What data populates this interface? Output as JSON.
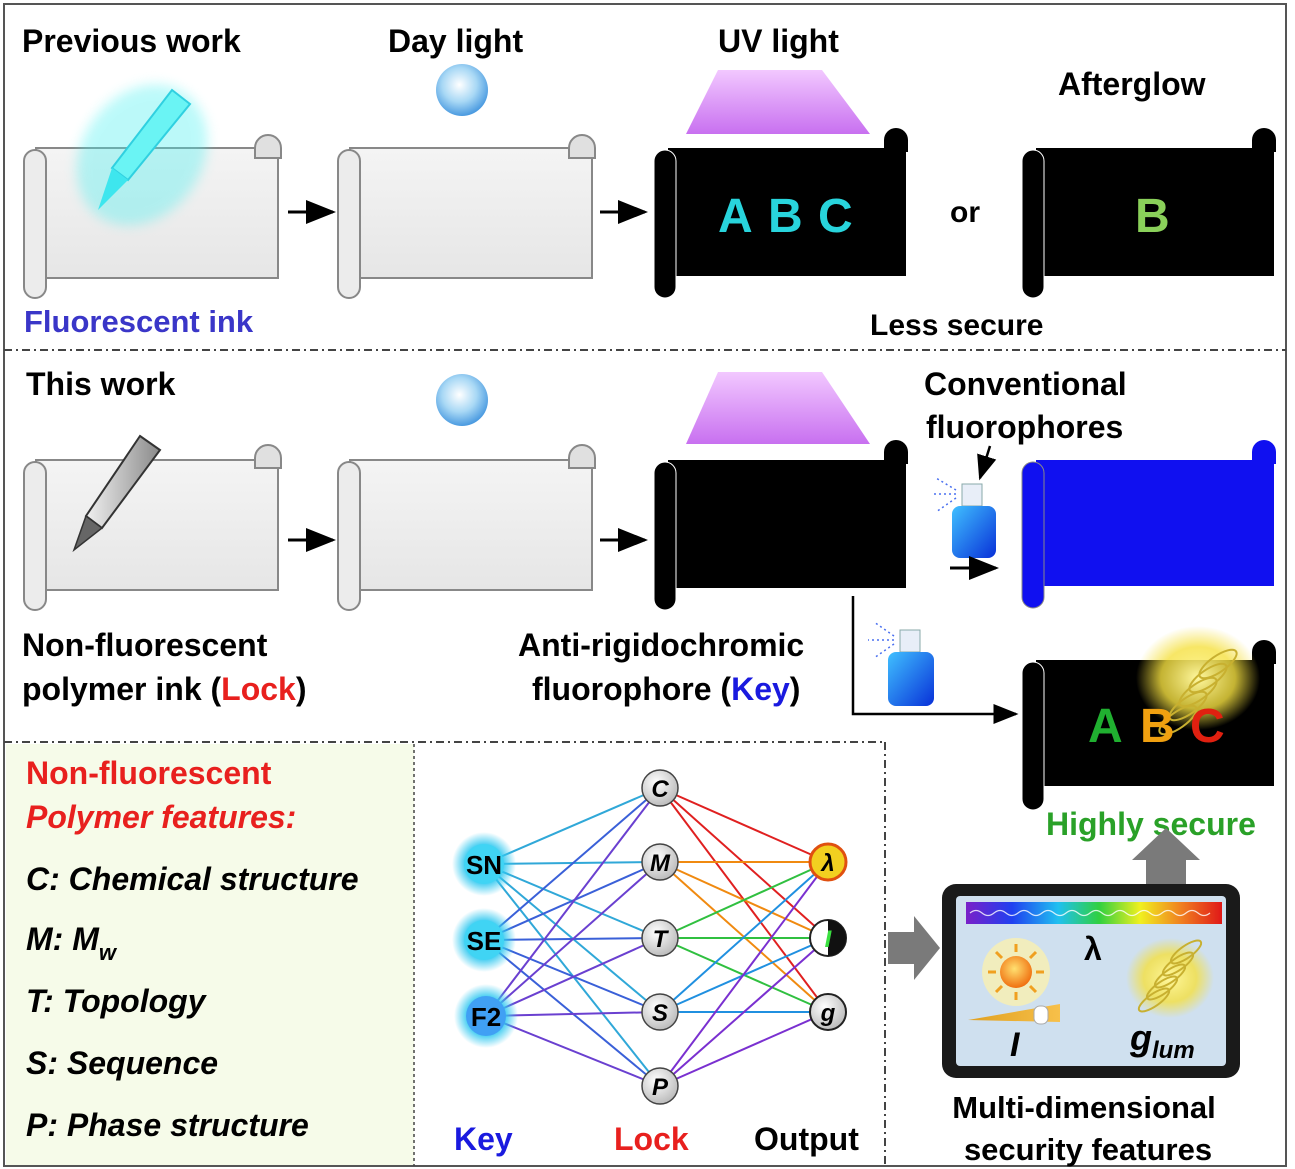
{
  "top_panel": {
    "title": "Previous work",
    "day_light": "Day light",
    "uv_light": "UV light",
    "afterglow": "Afterglow",
    "fluorescent_ink": "Fluorescent ink",
    "abc_letters": [
      "A",
      "B",
      "C"
    ],
    "or": "or",
    "b_letter": "B",
    "less_secure": "Less secure"
  },
  "middle_panel": {
    "title": "This work",
    "conventional_line1": "Conventional",
    "conventional_line2": "fluorophores",
    "lock_line1": "Non-fluorescent",
    "lock_line2_prefix": "polymer ink (",
    "lock_word": "Lock",
    "lock_line2_suffix": ")",
    "key_line1": "Anti-rigidochromic",
    "key_line2_prefix": "fluorophore (",
    "key_word": "Key",
    "key_line2_suffix": ")",
    "secure_letters": [
      "A",
      "B",
      "C"
    ],
    "highly_secure": "Highly secure"
  },
  "bottom_panel": {
    "features_title1": "Non-fluorescent",
    "features_title2": "Polymer features:",
    "feature_c": "C: Chemical structure",
    "feature_m": "M: M",
    "feature_m_sub": "w",
    "feature_t": "T: Topology",
    "feature_s": "S: Sequence",
    "feature_p": "P: Phase structure",
    "key_nodes": [
      "SN",
      "SE",
      "F2"
    ],
    "lock_nodes": [
      "C",
      "M",
      "T",
      "S",
      "P"
    ],
    "output_nodes": [
      "λ",
      "I",
      "g"
    ],
    "key_label": "Key",
    "lock_label": "Lock",
    "output_label": "Output",
    "lambda_label": "λ",
    "i_label": "I",
    "g_label": "g",
    "g_sub": "lum",
    "multi_line1": "Multi-dimensional",
    "multi_line2": "security features"
  },
  "colors": {
    "ink_blue": "#3a36c8",
    "lock_red": "#e8201e",
    "key_blue": "#1a1adf",
    "secure_green": "#2aa128",
    "cyan_letters": "#28d4dc",
    "afterglow_green": "#8ad05a",
    "spray_blue": "#1010f0",
    "uv_purple": "#d28cf0"
  }
}
